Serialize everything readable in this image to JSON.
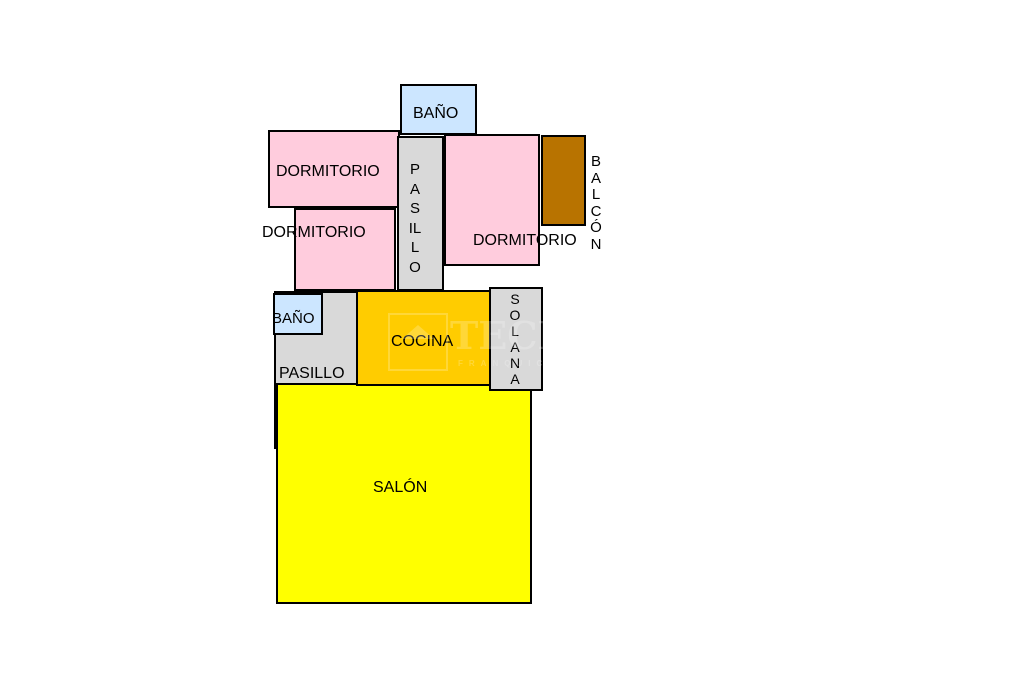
{
  "colors": {
    "dormitorio": "#ffccdd",
    "bano": "#cce6ff",
    "pasillo": "#d9d9d9",
    "balcon": "#b87300",
    "cocina": "#ffcc00",
    "salon": "#ffff00",
    "solana": "#d9d9d9",
    "border": "#000000"
  },
  "rooms": {
    "bano_top": "BAÑO",
    "dormitorio_left_top": "DORMITORIO",
    "dormitorio_left_bottom": "DORMITORIO",
    "pasillo_vertical": "PASILLO",
    "dormitorio_right": "DORMITORIO",
    "balcon": "BALCÓN",
    "bano_small": "BAÑO",
    "pasillo_lower": "PASILLO",
    "cocina": "COCINA",
    "solana": "SOLANA",
    "salon": "SALÓN"
  },
  "watermark": {
    "text": "TECNO",
    "subtext": "FRANQUICIA"
  }
}
